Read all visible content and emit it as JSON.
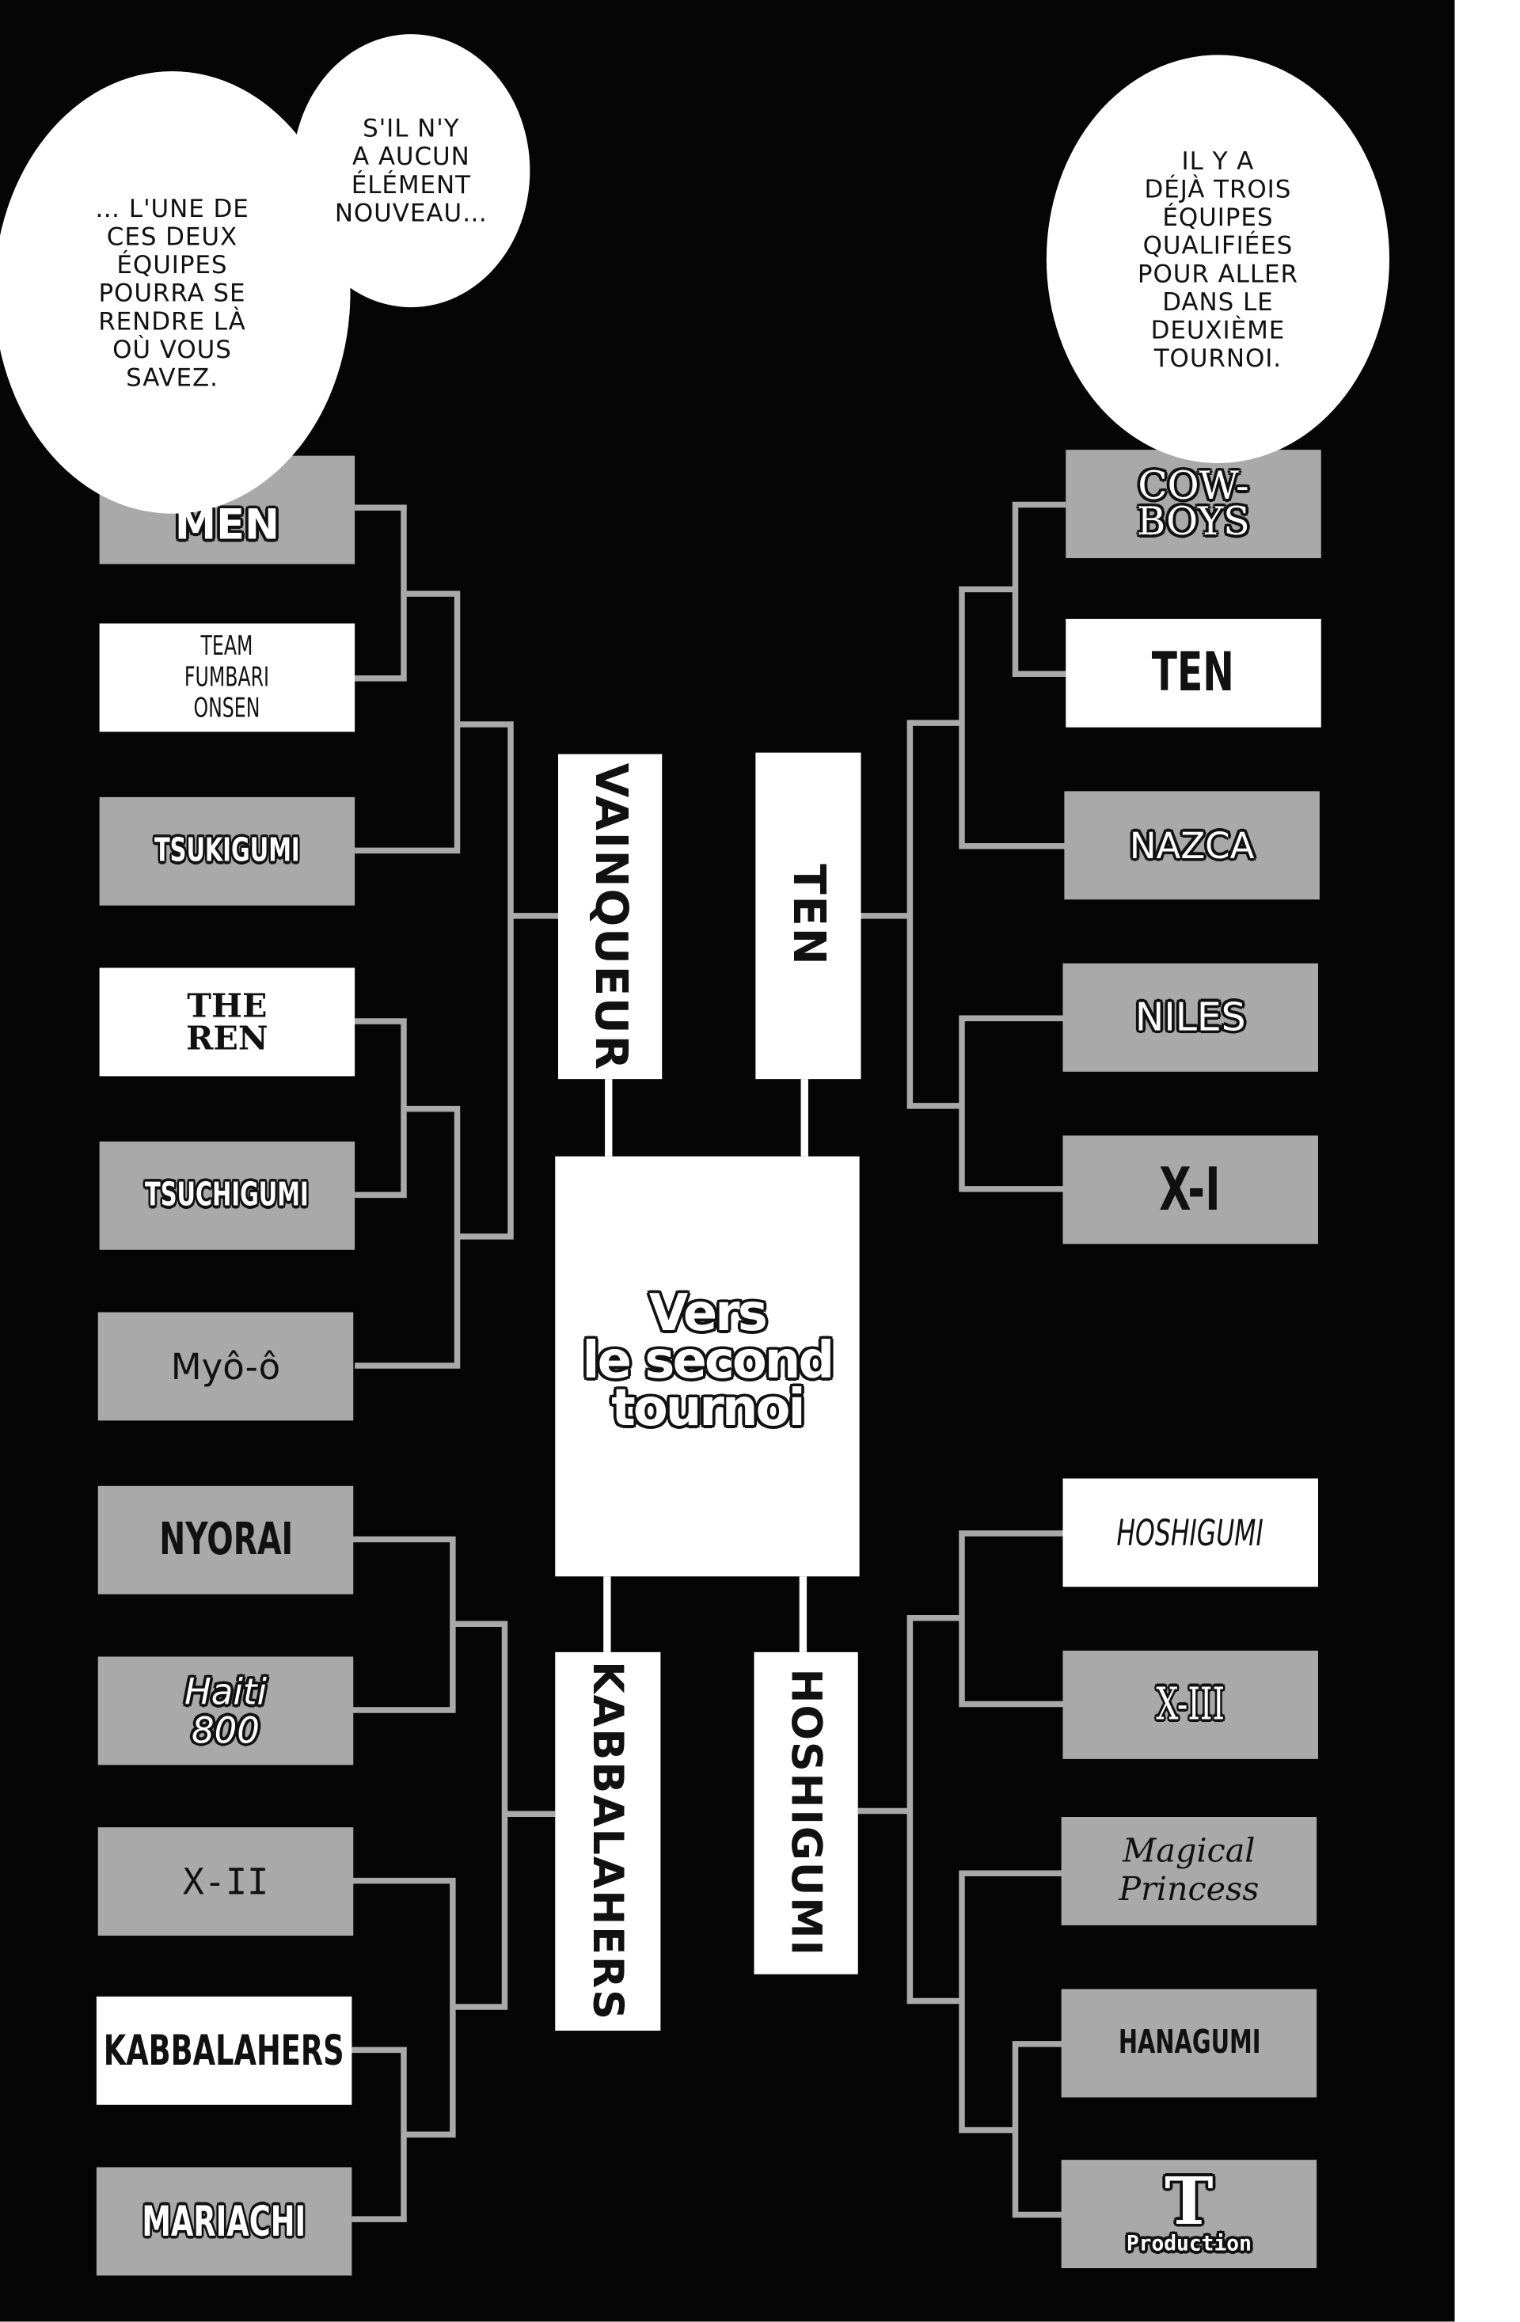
{
  "bubbles": {
    "left_large": "… L'UNE DE\nCES DEUX\nÉQUIPES\nPOURRA SE\nRENDRE LÀ\nOÙ VOUS\nSAVEZ.",
    "left_small": "S'IL N'Y\nA AUCUN\nÉLÉMENT\nNOUVEAU…",
    "right": "IL Y A\nDÉJÀ TROIS\nÉQUIPES\nQUALIFIÉES\nPOUR ALLER\nDANS LE\nDEUXIÈME\nTOURNOI."
  },
  "left_teams": [
    "MEN",
    "TEAM\nFUMBARI\nONSEN",
    "TSUKIGUMI",
    "THE\nREN",
    "TSUCHIGUMI",
    "Myô-ô",
    "NYORAI",
    "Haiti\n800",
    "X-II",
    "KABBALAHERS",
    "MARIACHI"
  ],
  "right_teams": [
    "COW-\nBOYS",
    "TEN",
    "NAZCA",
    "NILES",
    "X-I",
    "HOSHIGUMI",
    "X-III",
    "Magical\nPrincess",
    "HANAGUMI",
    "T",
    "Production"
  ],
  "winners": {
    "top_left": "VAINQUEUR",
    "top_right": "TEN",
    "bottom_left": "KABBALAHERS",
    "bottom_right": "HOSHIGUMI"
  },
  "center": {
    "title": "Vers\nle second\ntournoi"
  },
  "colors": {
    "background": "#050505",
    "box_gray": "#a9a9a9",
    "line": "#a9a9a9"
  }
}
